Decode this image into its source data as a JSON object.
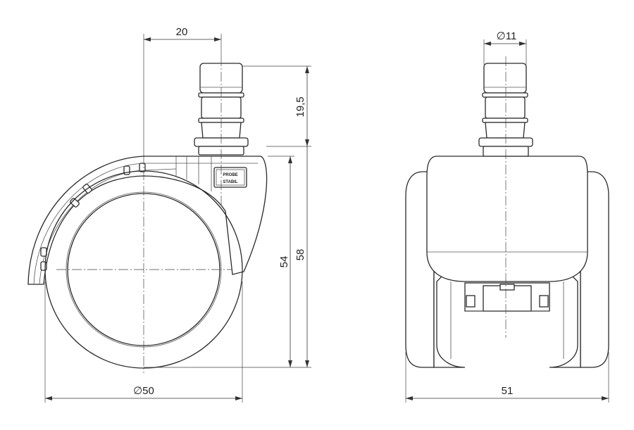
{
  "side_view": {
    "dim_top_offset": "20",
    "dim_stem_height": "19,5",
    "dim_height_wheel": "54",
    "dim_height_total": "58",
    "dim_diameter": "∅50",
    "logo_top": "PROBE",
    "logo_bottom": "STABIL"
  },
  "front_view": {
    "dim_stem_diameter": "∅11",
    "dim_width": "51"
  }
}
